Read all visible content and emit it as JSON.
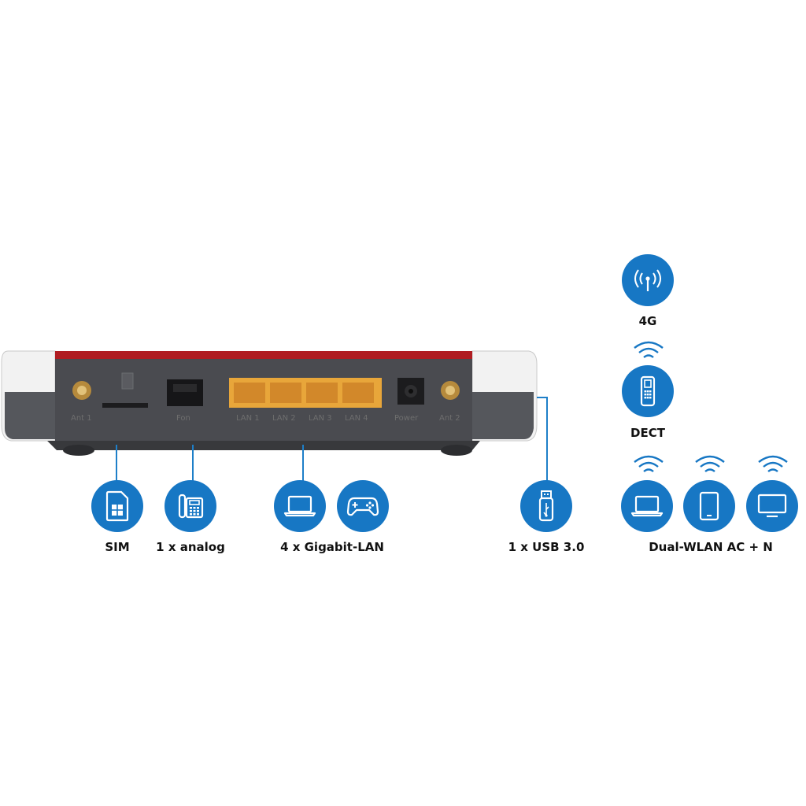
{
  "colors": {
    "accent": "#1777c4",
    "router_red": "#b01d22",
    "router_body": "#4a4a4e",
    "lan_port": "#e8a63a"
  },
  "router": {
    "ports": {
      "ant1": "Ant 1",
      "fon": "Fon",
      "lan1": "LAN 1",
      "lan2": "LAN 2",
      "lan3": "LAN 3",
      "lan4": "LAN 4",
      "power": "Power",
      "ant2": "Ant 2"
    }
  },
  "features": {
    "sim": {
      "label": "SIM",
      "icon": "sim-card-icon"
    },
    "analog": {
      "label": "1 x analog",
      "icon": "telephone-icon"
    },
    "lan": {
      "label": "4 x Gigabit-LAN",
      "icons": [
        "laptop-icon",
        "gamepad-icon"
      ]
    },
    "usb": {
      "label": "1 x USB 3.0",
      "icon": "usb-stick-icon"
    },
    "lte": {
      "label": "4G",
      "icon": "antenna-icon"
    },
    "dect": {
      "label": "DECT",
      "icon": "cordless-phone-icon"
    },
    "wlan": {
      "label": "Dual-WLAN AC + N",
      "icons": [
        "laptop-icon",
        "tablet-icon",
        "monitor-icon"
      ]
    }
  }
}
